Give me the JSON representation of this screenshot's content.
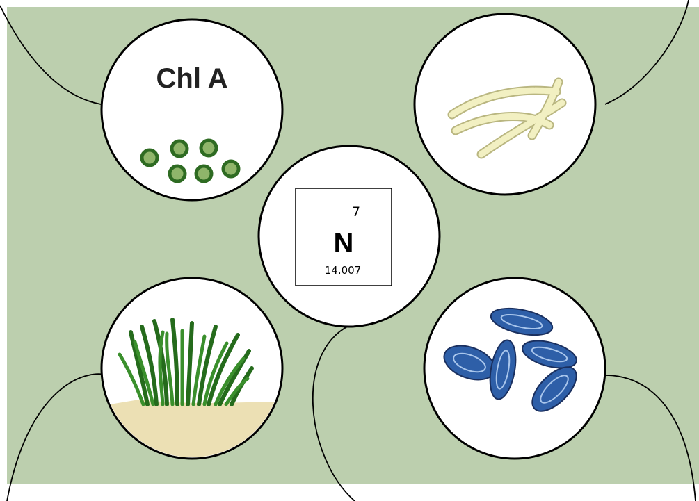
{
  "colors": {
    "background": "#bccfae",
    "line": "#000000",
    "phytoplankton_fill": "#8fb56a",
    "phytoplankton_ring": "#2e6b22",
    "cyanobacteria": "#f2f0c2",
    "cyanobacteria_edge": "#b9b680",
    "seagrass": "#3a8f2c",
    "seagrass_dark": "#256b1c",
    "sand": "#ece0b4",
    "mussel": "#2e5fa8",
    "mussel_dark": "#1a2f5e",
    "mussel_light": "#a9c6ec"
  },
  "chlorophyll": {
    "label": "Chl A"
  },
  "element": {
    "atomic_number": "7",
    "symbol": "N",
    "atomic_mass": "14.007"
  },
  "icons": {
    "chlorophyll": "phytoplankton-cells-icon",
    "filaments": "cyanobacteria-filaments-icon",
    "seagrass": "seagrass-icon",
    "mussels": "mussels-icon"
  }
}
